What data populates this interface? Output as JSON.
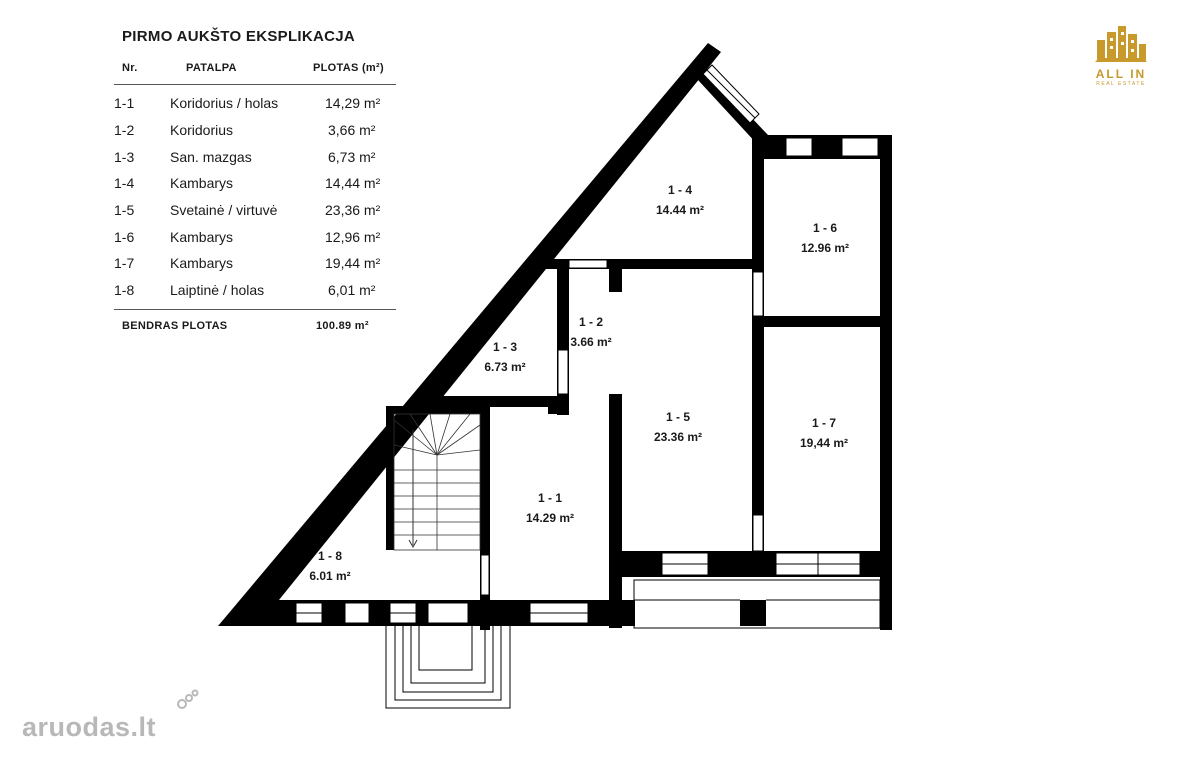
{
  "explication": {
    "title": "PIRMO AUKŠTO EKSPLIKACJA",
    "headers": {
      "nr": "Nr.",
      "room": "PATALPA",
      "area": "PLOTAS  (m²)"
    },
    "rows": [
      {
        "nr": "1-1",
        "name": "Koridorius / holas",
        "area": "14,29 m²"
      },
      {
        "nr": "1-2",
        "name": "Koridorius",
        "area": "3,66 m²"
      },
      {
        "nr": "1-3",
        "name": "San. mazgas",
        "area": "6,73 m²"
      },
      {
        "nr": "1-4",
        "name": "Kambarys",
        "area": "14,44 m²"
      },
      {
        "nr": "1-5",
        "name": "Svetainė / virtuvė",
        "area": "23,36 m²"
      },
      {
        "nr": "1-6",
        "name": "Kambarys",
        "area": "12,96 m²"
      },
      {
        "nr": "1-7",
        "name": "Kambarys",
        "area": "19,44 m²"
      },
      {
        "nr": "1-8",
        "name": "Laiptinė / holas",
        "area": "6,01 m²"
      }
    ],
    "total_label": "BENDRAS PLOTAS",
    "total_value": "100.89 m²"
  },
  "plan_labels": [
    {
      "id": "1 - 1",
      "area": "14.29 m²"
    },
    {
      "id": "1 - 2",
      "area": "3.66 m²"
    },
    {
      "id": "1 - 3",
      "area": "6.73 m²"
    },
    {
      "id": "1 - 4",
      "area": "14.44 m²"
    },
    {
      "id": "1 - 5",
      "area": "23.36 m²"
    },
    {
      "id": "1 - 6",
      "area": "12.96 m²"
    },
    {
      "id": "1 - 7",
      "area": "19,44 m²"
    },
    {
      "id": "1 - 8",
      "area": "6.01 m²"
    }
  ],
  "logo": {
    "name": "ALL IN",
    "subtitle": "REAL ESTATE",
    "color": "#c79a2b"
  },
  "watermark": {
    "brand": "aruodas",
    "tld": ".lt"
  },
  "colors": {
    "wall": "#000000",
    "text": "#1a1a1a",
    "watermark": "#b8b8b8"
  }
}
